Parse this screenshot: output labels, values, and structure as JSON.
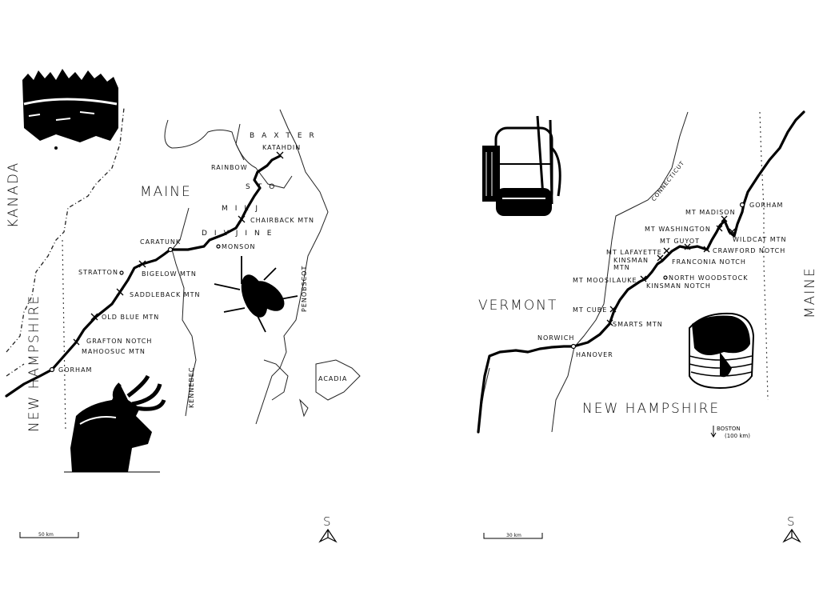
{
  "left_map": {
    "country": "KANADA",
    "state": "MAINE",
    "neighbor_state": "NEW HAMPSHIRE",
    "park": "BAXTER",
    "wilderness_words": [
      "STO",
      "MILJ",
      "DIVJINE"
    ],
    "rivers": [
      "KENNEBEC",
      "PENOBSCOT"
    ],
    "places": {
      "katahdin": "KATAHDIN",
      "rainbow": "RAINBOW",
      "chairback": "CHAIRBACK MTN",
      "caratunk": "CARATUNK",
      "monson": "MONSON",
      "stratton": "STRATTON",
      "bigelow": "BIGELOW MTN",
      "saddleback": "SADDLEBACK MTN",
      "old_blue": "OLD BLUE MTN",
      "grafton": "GRAFTON NOTCH",
      "mahoosuc": "MAHOOSUC MTN",
      "gorham": "GORHAM",
      "acadia": "ACADIA"
    },
    "scale": "50 km",
    "compass": "S"
  },
  "right_map": {
    "states": {
      "vermont": "VERMONT",
      "new_hampshire": "NEW HAMPSHIRE",
      "maine": "MAINE"
    },
    "river": "CONNECTICUT",
    "places": {
      "gorham": "GORHAM",
      "madison": "MT MADISON",
      "washington": "MT WASHINGTON",
      "wildcat": "WILDCAT MTN",
      "guyot": "MT GUYOT",
      "crawford": "CRAWFORD NOTCH",
      "lafayette": "MT LAFAYETTE",
      "kinsman_mtn_1": "KINSMAN",
      "kinsman_mtn_2": "MTN",
      "franconia": "FRANCONIA NOTCH",
      "moosilauke": "MT MOOSILAUKE",
      "north_woodstock": "NORTH WOODSTOCK",
      "kinsman_notch": "KINSMAN NOTCH",
      "cube": "MT CUBE",
      "smarts": "SMARTS MTN",
      "norwich": "NORWICH",
      "hanover": "HANOVER"
    },
    "boston_1": "BOSTON",
    "boston_2": "(100 km)",
    "scale": "30 km",
    "compass": "S"
  }
}
